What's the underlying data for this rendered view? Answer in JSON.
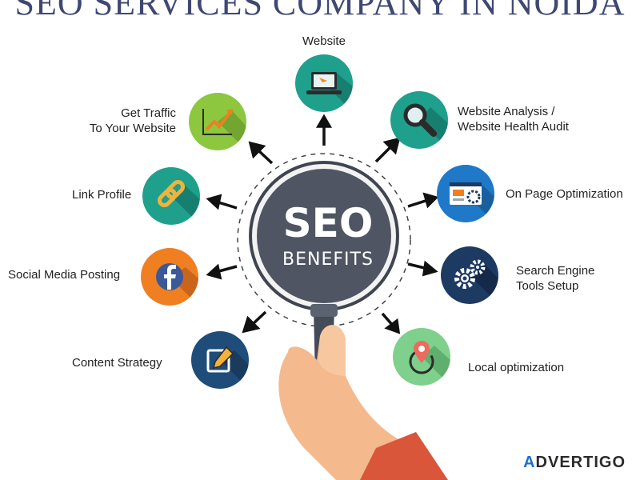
{
  "banner": "SEO SERVICES COMPANY IN NOIDA",
  "center": {
    "title": "SEO",
    "subtitle": "BENEFITS"
  },
  "items": {
    "website": "Website",
    "analysis_line1": "Website Analysis /",
    "analysis_line2": "Website Health Audit",
    "onpage": "On Page Optimization",
    "search_line1": "Search Engine",
    "search_line2": "Tools Setup",
    "local": "Local optimization",
    "content": "Content Strategy",
    "social": "Social Media Posting",
    "link": "Link Profile",
    "traffic_line1": "Get Traffic",
    "traffic_line2": "To Your Website"
  },
  "icons": {
    "website": "laptop-icon",
    "analysis": "magnifier-icon",
    "onpage": "webpage-gear-icon",
    "search": "gears-icon",
    "local": "location-pin-icon",
    "content": "edit-icon",
    "social": "facebook-icon",
    "link": "chain-link-icon",
    "traffic": "growth-chart-icon"
  },
  "colors": {
    "teal": "#1ea08c",
    "green": "#8dc63f",
    "blue": "#1f78c8",
    "navy": "#1d3a63",
    "light_green": "#7ed08c",
    "orange": "#f07f22",
    "dark_blue": "#1f4d7a",
    "center_gray": "#4d5461"
  },
  "brand": {
    "prefix": "A",
    "name": "DVERTIGO"
  }
}
